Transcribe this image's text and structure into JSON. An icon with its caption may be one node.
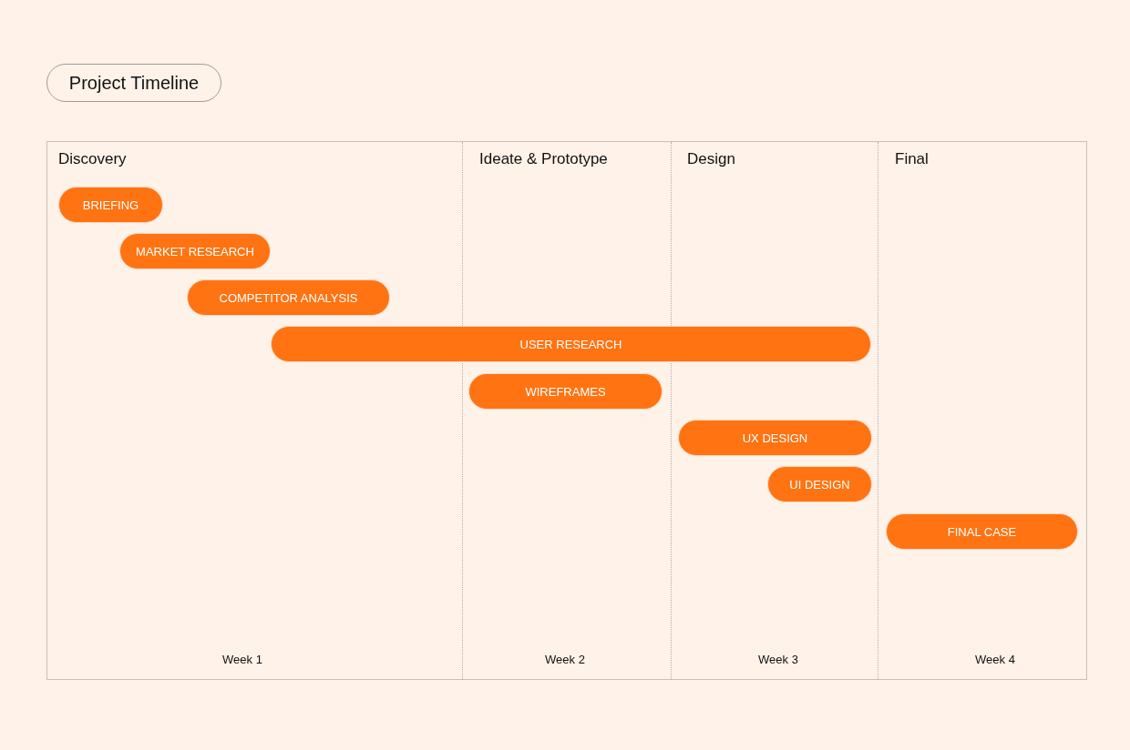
{
  "diagram": {
    "title": "Project Timeline",
    "nodes": [
      {
        "text": [
          "Discovery",
          "Week 1"
        ]
      },
      {
        "text": [
          "Ideate & Prototype",
          "Week 2"
        ]
      },
      {
        "text": [
          "Design",
          "Week 3"
        ]
      },
      {
        "text": [
          "Final",
          "Week 4"
        ]
      },
      {
        "text": [
          "BRIEFING"
        ],
        "in": 0
      },
      {
        "text": [
          "MARKET RESEARCH"
        ],
        "in": 0
      },
      {
        "text": [
          "COMPETITOR ANALYSIS"
        ],
        "in": 0
      },
      {
        "text": [
          "USER RESEARCH"
        ]
      },
      {
        "text": [
          "WIREFRAMES"
        ],
        "in": 1
      },
      {
        "text": [
          "UX DESIGN"
        ],
        "in": 2
      },
      {
        "text": [
          "UI DESIGN"
        ],
        "in": 2
      },
      {
        "text": [
          "FINAL CASE"
        ],
        "in": 3
      }
    ]
  }
}
